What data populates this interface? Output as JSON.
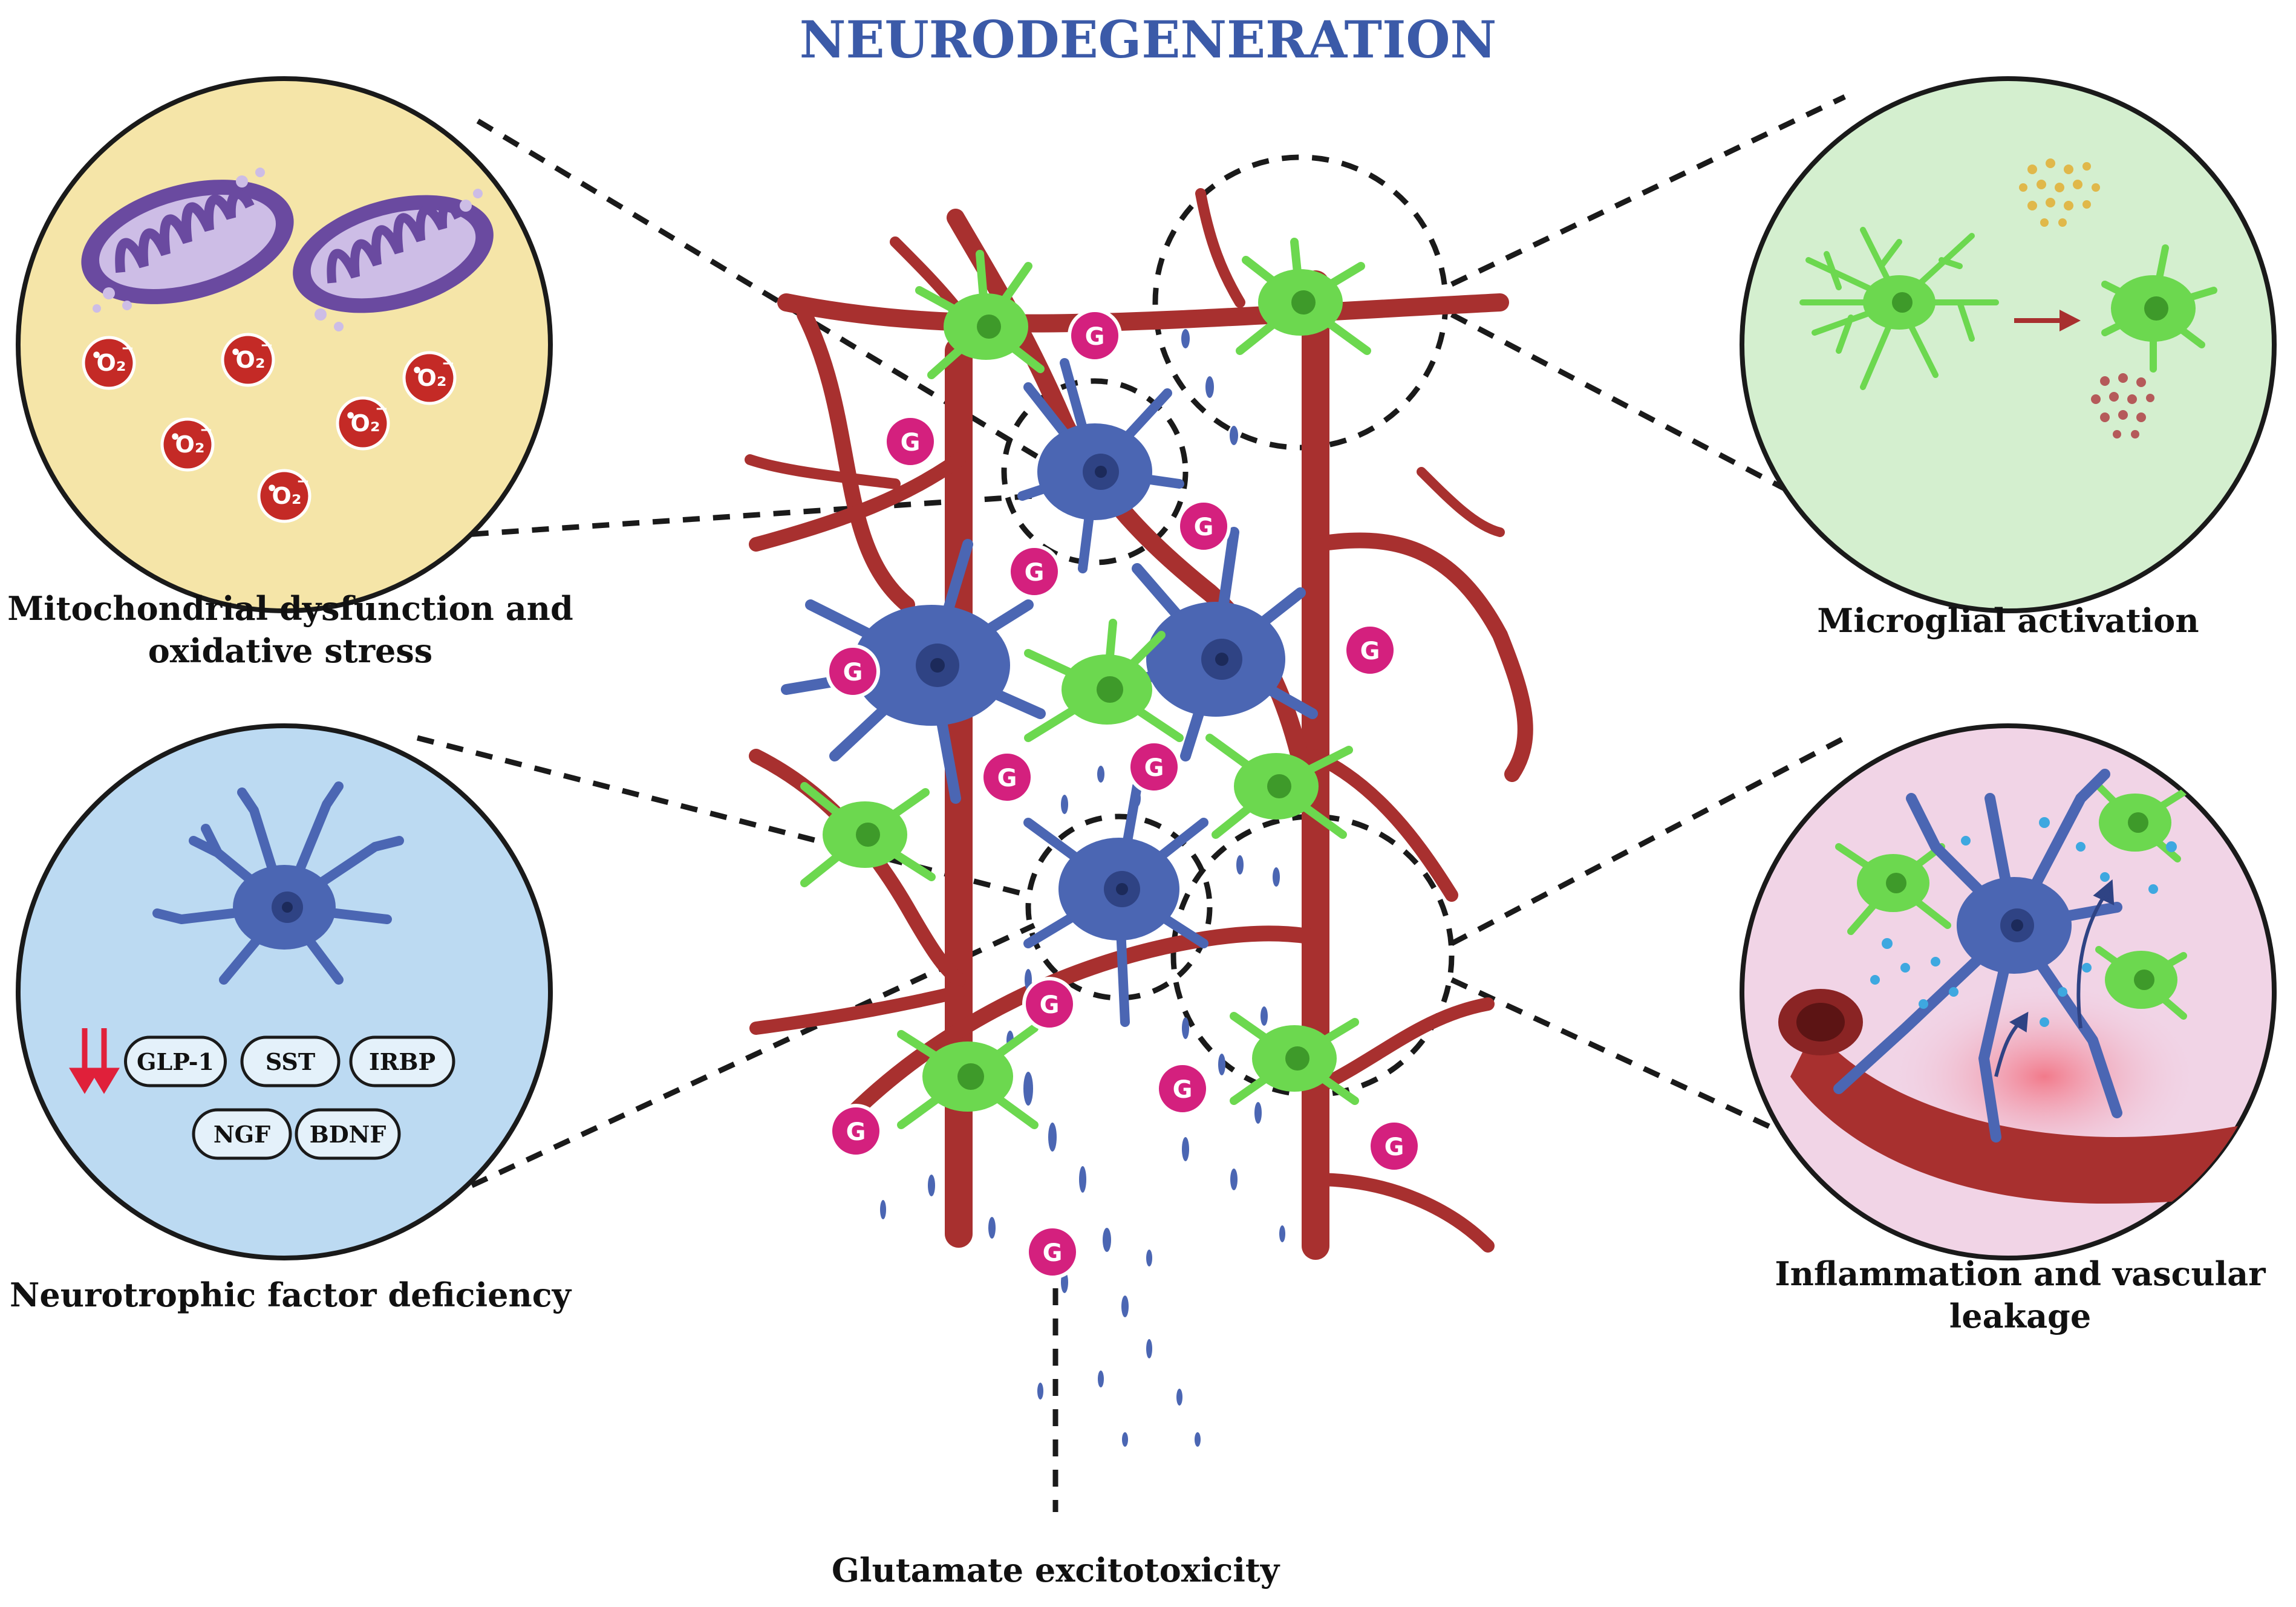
{
  "title": "NEURODEGENERATION",
  "panels": {
    "mitochondria": {
      "label_line1": "Mitochondrial dysfunction and",
      "label_line2": "oxidative stress",
      "radical_label": "O₂",
      "radical_dot": "•",
      "radical_charge": "−",
      "color": "#f5e5a8"
    },
    "neurotrophic": {
      "label": "Neurotrophic factor deficiency",
      "factors_row1": [
        "GLP-1",
        "SST",
        "IRBP"
      ],
      "factors_row2": [
        "NGF",
        "BDNF"
      ],
      "color": "#bcdaf2"
    },
    "microglia": {
      "label": "Microglial activation",
      "color": "#d4efcf"
    },
    "inflammation": {
      "label_line1": "Inflammation and vascular",
      "label_line2": "leakage",
      "color": "#f1d4e6"
    }
  },
  "glutamate": {
    "label": "Glutamate excitotoxicity",
    "marker": "G"
  },
  "colors": {
    "vessel": "#a8302f",
    "astrocyte": "#4b66b3",
    "microglia": "#6cd84f",
    "glutamate": "#d4207e",
    "radical": "#c42a26",
    "arrow_down": "#e0203a"
  }
}
